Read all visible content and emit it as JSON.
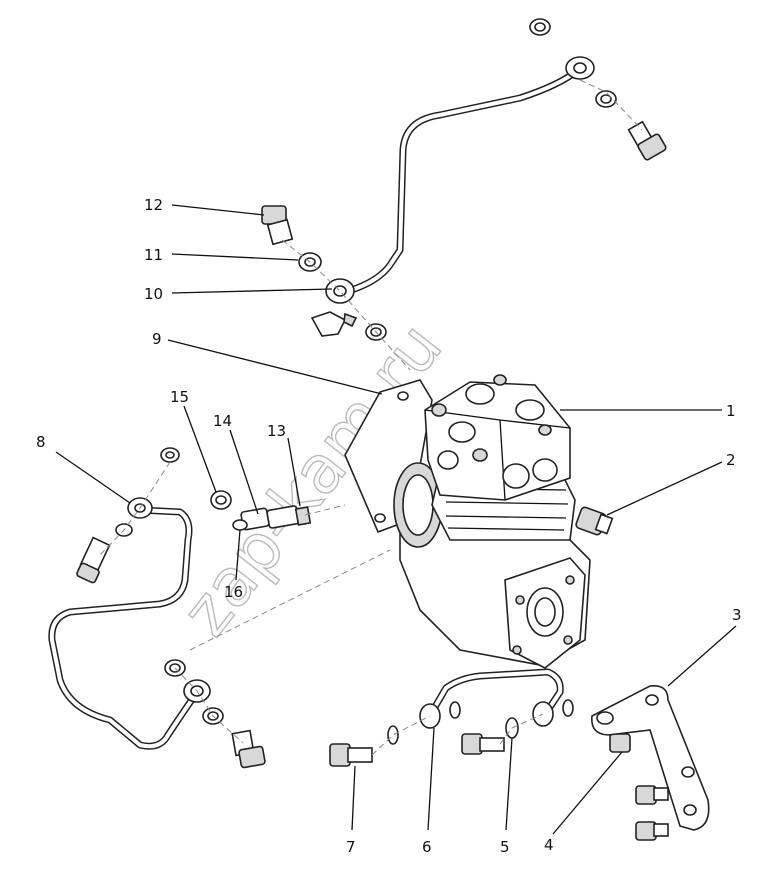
{
  "watermark": "zap-kam.ru",
  "callouts": [
    "1",
    "2",
    "3",
    "4",
    "5",
    "6",
    "7",
    "8",
    "9",
    "10",
    "11",
    "12",
    "13",
    "14",
    "15",
    "16"
  ]
}
